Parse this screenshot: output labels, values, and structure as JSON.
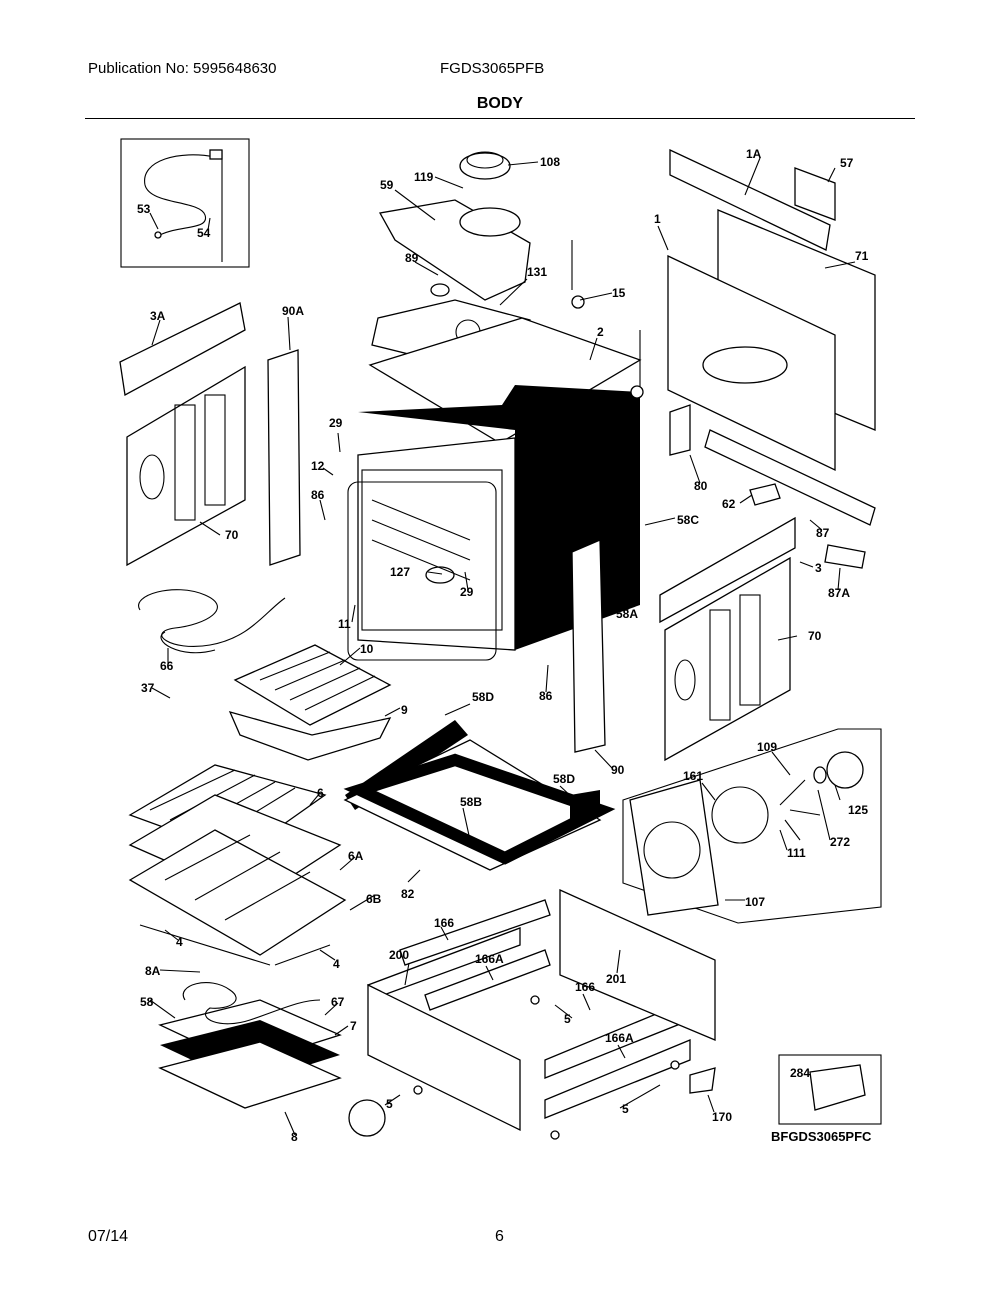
{
  "header": {
    "publication": "Publication No:  5995648630",
    "model": "FGDS3065PFB",
    "section_title": "BODY"
  },
  "footer": {
    "date": "07/14",
    "page_number": "6"
  },
  "inset_model_note": "BFGDS3065PFC",
  "callouts": [
    "108",
    "119",
    "59",
    "1A",
    "57",
    "1",
    "71",
    "53",
    "54",
    "89",
    "131",
    "15",
    "2",
    "3A",
    "90A",
    "29",
    "12",
    "86",
    "70",
    "80",
    "62",
    "87",
    "58C",
    "127",
    "29",
    "3",
    "87A",
    "11",
    "58A",
    "70",
    "66",
    "10",
    "37",
    "58D",
    "9",
    "86",
    "90",
    "109",
    "161",
    "125",
    "272",
    "111",
    "6",
    "58D",
    "58B",
    "6A",
    "82",
    "6B",
    "107",
    "4",
    "166",
    "200",
    "166A",
    "201",
    "4",
    "8A",
    "166",
    "5",
    "58",
    "67",
    "166A",
    "7",
    "284",
    "5",
    "5",
    "170",
    "8"
  ]
}
